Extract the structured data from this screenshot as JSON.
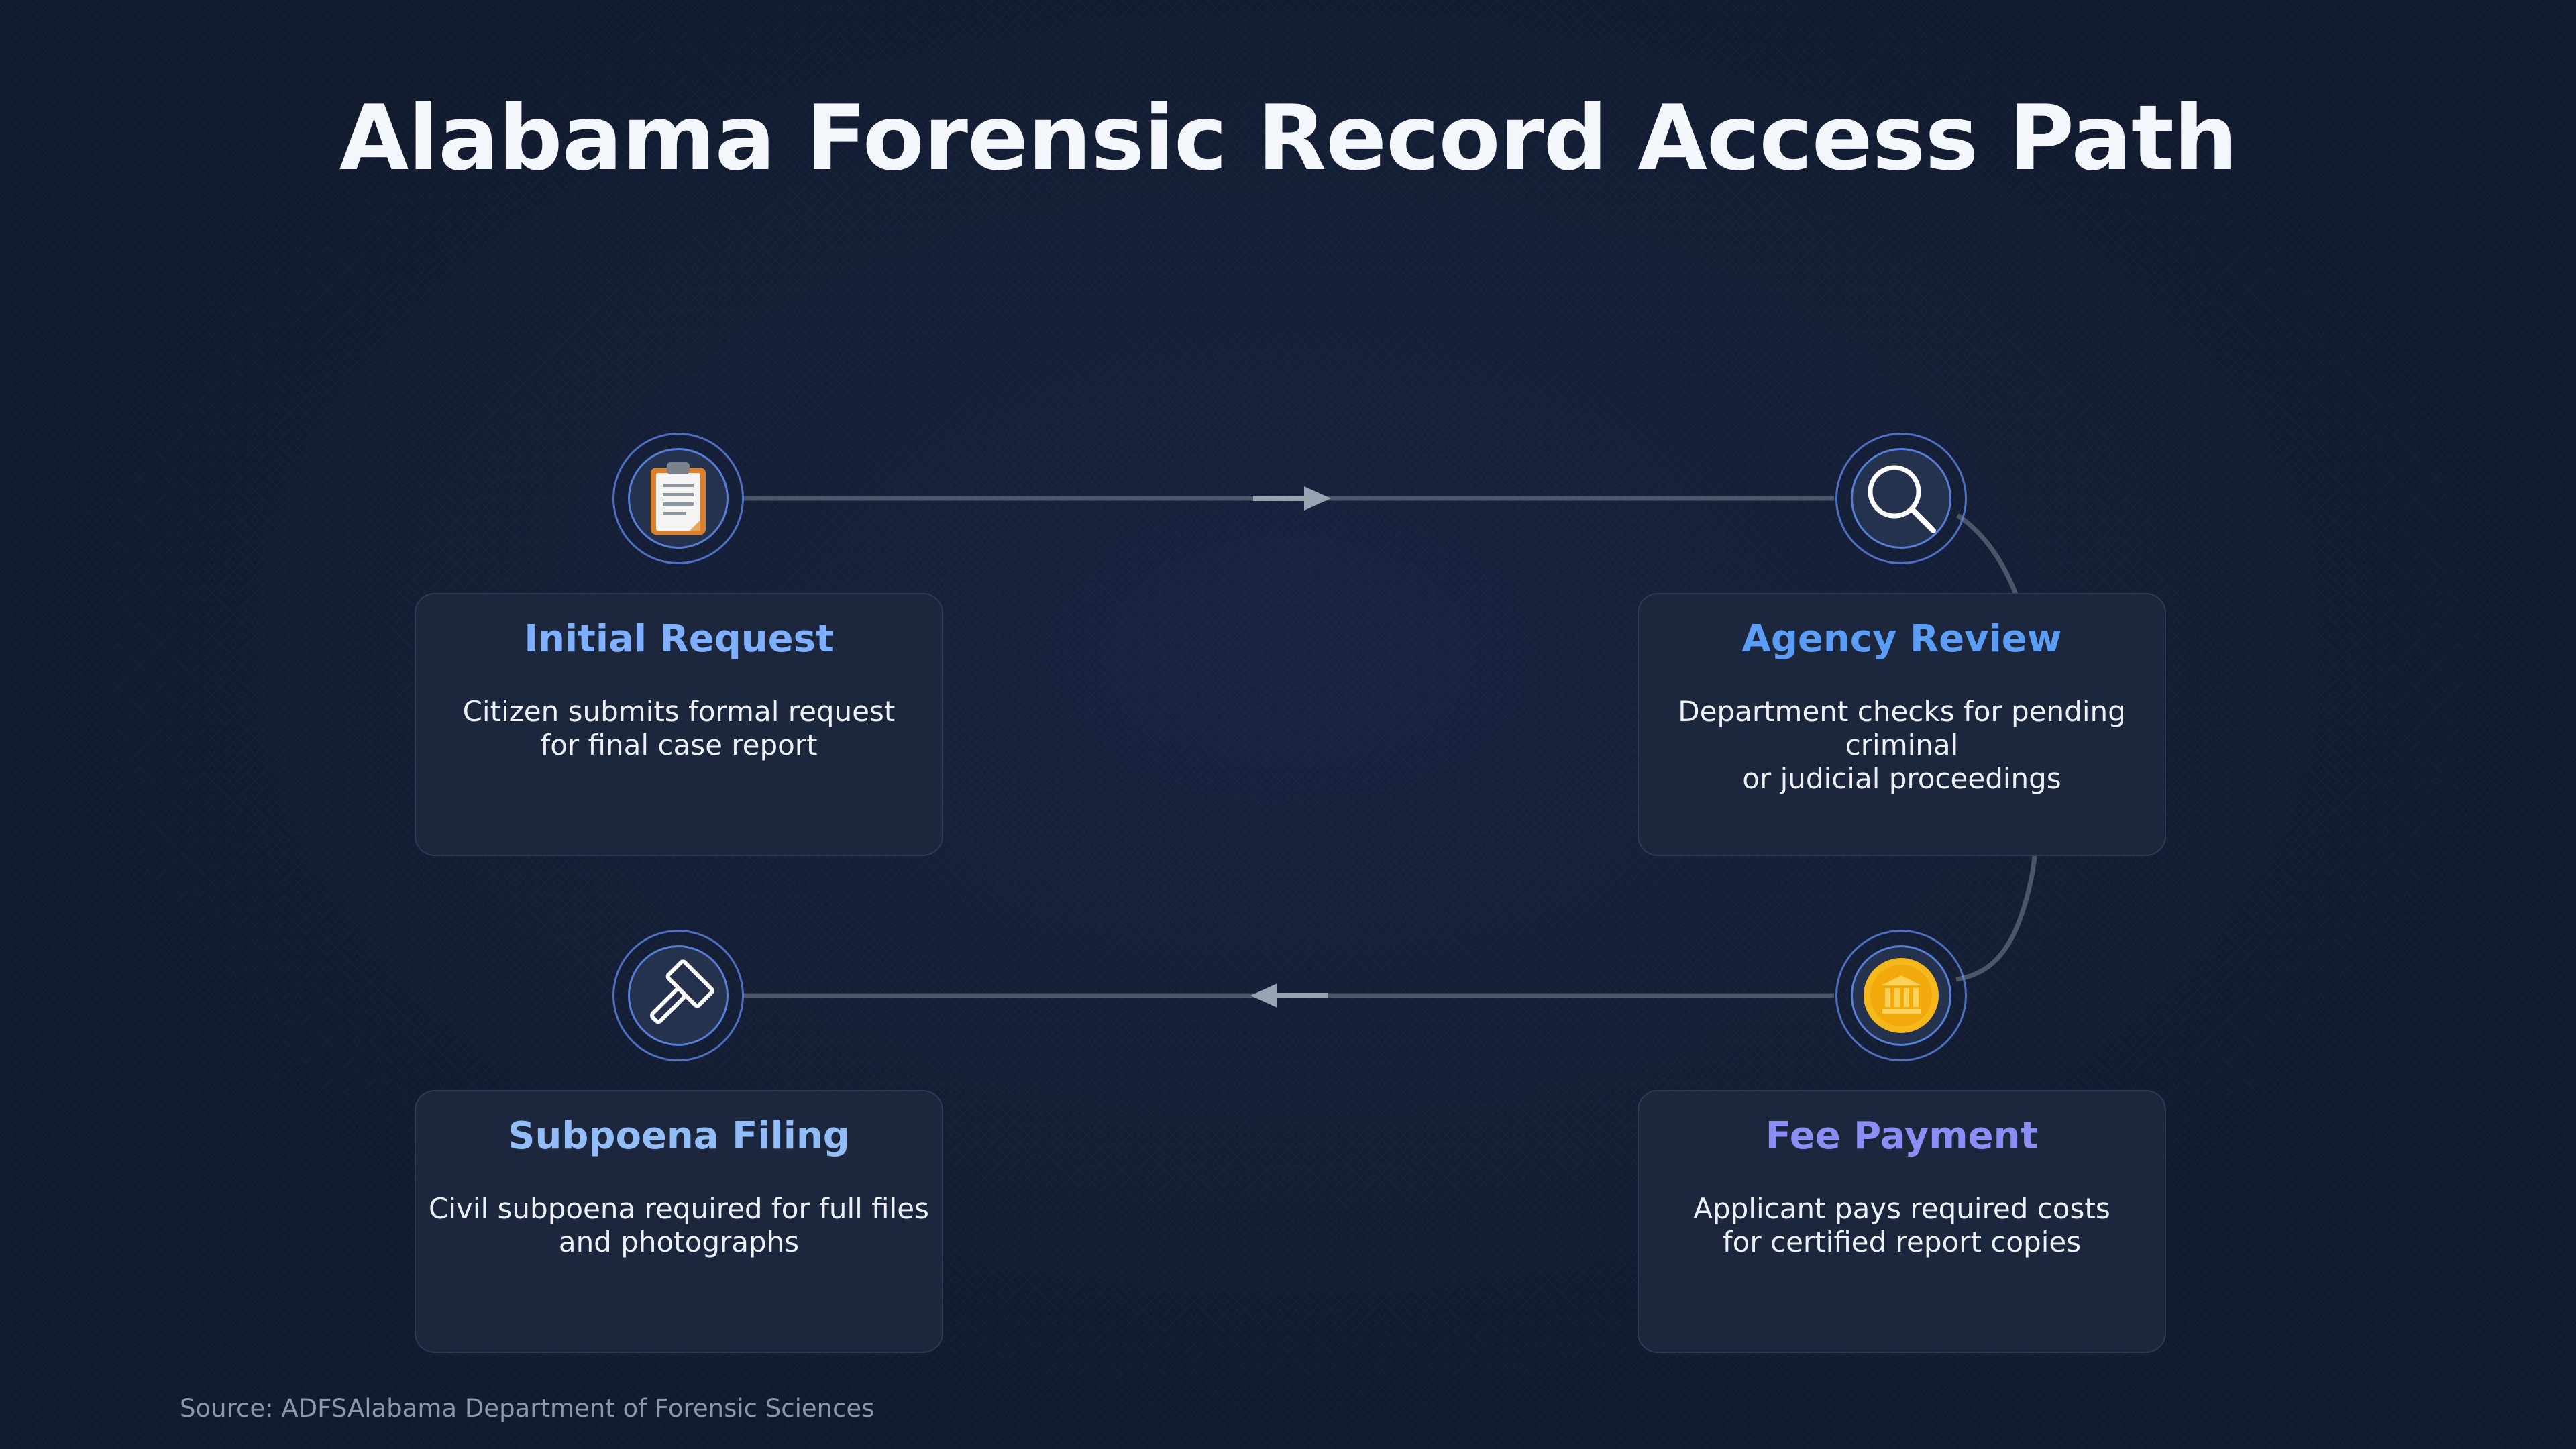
{
  "title": "Alabama Forensic Record Access Path",
  "colors": {
    "background": "#111a2e",
    "card": "#1c273d",
    "connector": "#4b5669",
    "arrow": "#9aa3b2",
    "ring": "#608cf0"
  },
  "steps": [
    {
      "title": "Initial Request",
      "title_color": "#7fb0ff",
      "description_line1": "Citizen submits formal request",
      "description_line2": "for final case report",
      "icon": "clipboard-icon"
    },
    {
      "title": "Agency Review",
      "title_color": "#5b9df5",
      "description_line1": "Department checks for pending criminal",
      "description_line2": "or judicial proceedings",
      "icon": "magnifying-glass-icon"
    },
    {
      "title": "Fee Payment",
      "title_color": "#8b8ef5",
      "description_line1": "Applicant pays required costs",
      "description_line2": "for certified report copies",
      "icon": "coin-bank-icon"
    },
    {
      "title": "Subpoena Filing",
      "title_color": "#93bdf8",
      "description_line1": "Civil subpoena required for full files",
      "description_line2": "and photographs",
      "icon": "gavel-icon"
    }
  ],
  "source": "Source: ADFSAlabama Department of Forensic Sciences"
}
